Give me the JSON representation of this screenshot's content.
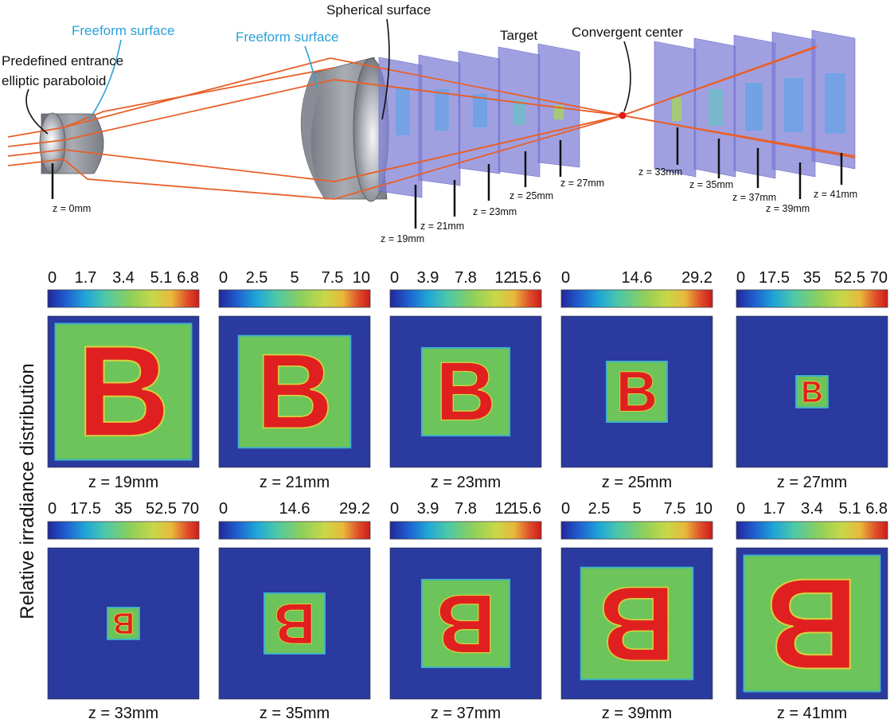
{
  "diagram": {
    "labels": {
      "entrance": [
        "Predefined entrance",
        "elliptic paraboloid"
      ],
      "freeform1": "Freeform surface",
      "freeform2": "Freeform surface",
      "spherical": "Spherical surface",
      "target": "Target",
      "convergent": "Convergent center",
      "z0": "z = 0mm"
    },
    "plane_labels": [
      "z = 19mm",
      "z = 21mm",
      "z = 23mm",
      "z = 25mm",
      "z = 27mm",
      "z = 33mm",
      "z = 35mm",
      "z = 37mm",
      "z = 39mm",
      "z = 41mm"
    ],
    "colors": {
      "ray": "#e8602a",
      "plane": "#7b7bd6",
      "blue_label": "#2aa0d8",
      "focus": "#e01818"
    }
  },
  "panels": {
    "y_label": "Relative irradiance distribution",
    "row1": [
      {
        "z": "z = 19mm",
        "ticks": [
          "0",
          "1.7",
          "3.4",
          "5.1",
          "6.8"
        ],
        "square": 0.9,
        "mirrored": false
      },
      {
        "z": "z = 21mm",
        "ticks": [
          "0",
          "2.5",
          "5",
          "7.5",
          "10"
        ],
        "square": 0.74,
        "mirrored": false
      },
      {
        "z": "z = 23mm",
        "ticks": [
          "0",
          "3.9",
          "7.8",
          "12",
          "15.6"
        ],
        "square": 0.58,
        "mirrored": false
      },
      {
        "z": "z = 25mm",
        "ticks": [
          "0",
          "14.6",
          "29.2"
        ],
        "square": 0.4,
        "mirrored": false
      },
      {
        "z": "z = 27mm",
        "ticks": [
          "0",
          "17.5",
          "35",
          "52.5",
          "70"
        ],
        "square": 0.21,
        "mirrored": false
      }
    ],
    "row2": [
      {
        "z": "z = 33mm",
        "ticks": [
          "0",
          "17.5",
          "35",
          "52.5",
          "70"
        ],
        "square": 0.21,
        "mirrored": true
      },
      {
        "z": "z = 35mm",
        "ticks": [
          "0",
          "14.6",
          "29.2"
        ],
        "square": 0.4,
        "mirrored": true
      },
      {
        "z": "z = 37mm",
        "ticks": [
          "0",
          "3.9",
          "7.8",
          "12",
          "15.6"
        ],
        "square": 0.58,
        "mirrored": true
      },
      {
        "z": "z = 39mm",
        "ticks": [
          "0",
          "2.5",
          "5",
          "7.5",
          "10"
        ],
        "square": 0.74,
        "mirrored": true
      },
      {
        "z": "z = 41mm",
        "ticks": [
          "0",
          "1.7",
          "3.4",
          "5.1",
          "6.8"
        ],
        "square": 0.9,
        "mirrored": true
      }
    ]
  }
}
